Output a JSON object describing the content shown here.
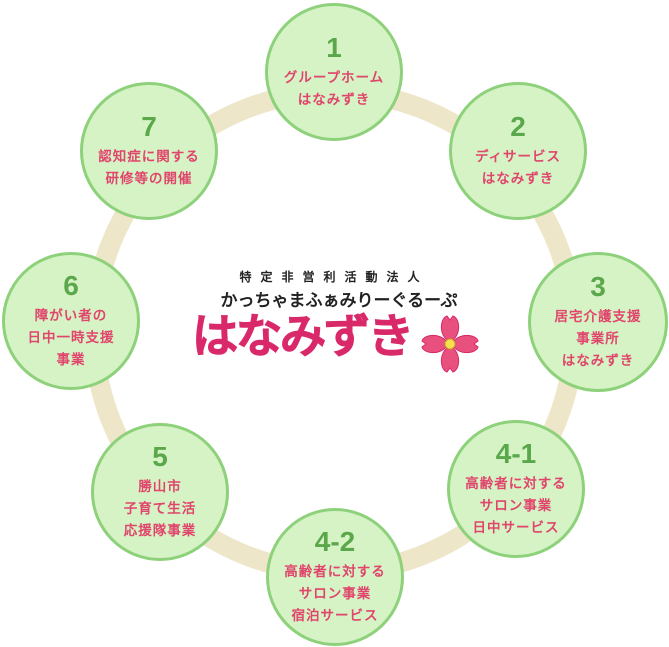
{
  "nodes": [
    {
      "number": "1",
      "label": "グループホーム\nはなみずき"
    },
    {
      "number": "2",
      "label": "ディサービス\nはなみずき"
    },
    {
      "number": "3",
      "label": "居宅介護支援\n事業所\nはなみずき"
    },
    {
      "number": "4-1",
      "label": "高齢者に対する\nサロン事業\n日中サービス"
    },
    {
      "number": "4-2",
      "label": "高齢者に対する\nサロン事業\n宿泊サービス"
    },
    {
      "number": "5",
      "label": "勝山市\n子育て生活\n応援隊事業"
    },
    {
      "number": "6",
      "label": "障がい者の\n日中一時支援\n事業"
    },
    {
      "number": "7",
      "label": "認知症に関する\n研修等の開催"
    }
  ],
  "center": {
    "org_type": "特定非営利活動法人",
    "org_subname": "かっちゃまふぁみりーぐるーぷ",
    "brand": "はなみずき"
  },
  "colors": {
    "ring": "#ede6c8",
    "node_fill": "#d6f3c6",
    "node_border": "#8ed17b",
    "number": "#5aa84b",
    "label": "#e0456b",
    "brand": "#d9296a",
    "flower": "#e8507e"
  }
}
